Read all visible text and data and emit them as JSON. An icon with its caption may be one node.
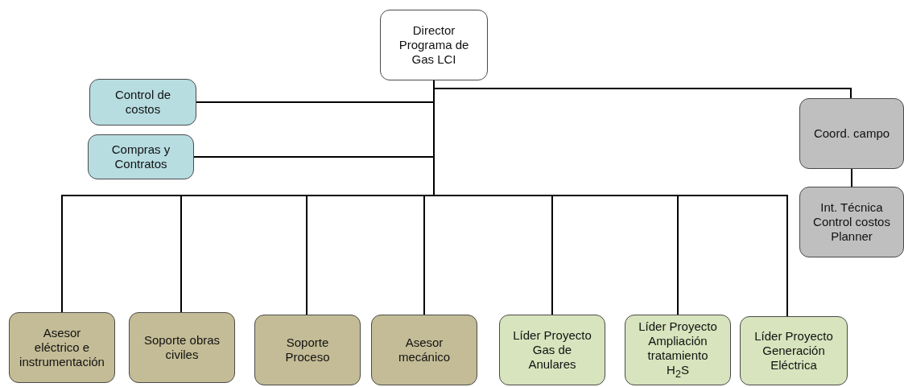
{
  "diagram": {
    "nodes": [
      {
        "text": [
          "Director Programa de Gas LCI"
        ]
      },
      {
        "text": [
          "Control de costos"
        ]
      },
      {
        "text": [
          "Compras y Contratos"
        ]
      },
      {
        "text": [
          "Coord. campo"
        ]
      },
      {
        "text": [
          "Int. Técnica Control costos Planner"
        ]
      },
      {
        "text": [
          "Asesor eléctrico e instrumentación"
        ]
      },
      {
        "text": [
          "Soporte obras civiles"
        ]
      },
      {
        "text": [
          "Soporte Proceso"
        ]
      },
      {
        "text": [
          "Asesor mecánico"
        ]
      },
      {
        "text": [
          "Líder Proyecto Gas de Anulares"
        ]
      },
      {
        "text": [
          "Líder Proyecto Ampliación tratamiento H$_{2}$S"
        ]
      },
      {
        "text": [
          "Líder Proyecto Generación Eléctrica"
        ]
      }
    ],
    "edges": [
      {
        "from": 0,
        "to": 1,
        "arrow": "none"
      },
      {
        "from": 0,
        "to": 2,
        "arrow": "none"
      },
      {
        "from": 0,
        "to": 3,
        "arrow": "none"
      },
      {
        "from": 3,
        "to": 4,
        "arrow": "none"
      },
      {
        "from": 0,
        "to": 5,
        "arrow": "none"
      },
      {
        "from": 0,
        "to": 6,
        "arrow": "none"
      },
      {
        "from": 0,
        "to": 7,
        "arrow": "none"
      },
      {
        "from": 0,
        "to": 8,
        "arrow": "none"
      },
      {
        "from": 0,
        "to": 9,
        "arrow": "none"
      },
      {
        "from": 0,
        "to": 10,
        "arrow": "none"
      },
      {
        "from": 0,
        "to": 11,
        "arrow": "none"
      }
    ]
  }
}
